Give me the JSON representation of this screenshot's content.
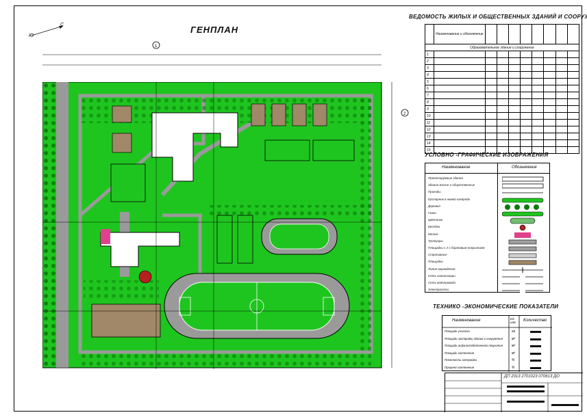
{
  "drawing": {
    "title": "ГЕНПЛАН",
    "sheet_code": "ДП 2013 2701023 070613 ДО",
    "north_labels": [
      "Ю",
      "С"
    ],
    "axis_marks": [
      "1",
      "2"
    ]
  },
  "buildings_table": {
    "title": "ВЕДОМОСТЬ ЖИЛЫХ И ОБЩЕСТВЕННЫХ ЗДАНИЙ И СООРУЖЕНИЙ",
    "head_col": "Наименование и обозначение",
    "section_row": "Образовательное здание и сооружение",
    "row_numbers": [
      "1",
      "2",
      "3",
      "4",
      "5",
      "6",
      "7",
      "8",
      "9",
      "10",
      "11",
      "12",
      "13",
      "14",
      "15"
    ]
  },
  "legend": {
    "title": "УСЛОВНО -ГРАФИЧЕСКИЕ ИЗОБРАЖЕНИЯ",
    "col_name": "Наименование",
    "col_symbol": "Обозначение",
    "items": [
      {
        "label": "Проектируемые здания",
        "kind": "box"
      },
      {
        "label": "Здания жилые и общественные",
        "kind": "box"
      },
      {
        "label": "Проезды",
        "kind": "line"
      },
      {
        "label": "Кустарник в живой изгороди",
        "kind": "hedge"
      },
      {
        "label": "Деревья",
        "kind": "trees"
      },
      {
        "label": "Газон",
        "kind": "lawn"
      },
      {
        "label": "Цветники",
        "kind": "flower"
      },
      {
        "label": "Беседки",
        "kind": "circle"
      },
      {
        "label": "Малые",
        "kind": "pink"
      },
      {
        "label": "Тротуары",
        "kind": "walk"
      },
      {
        "label": "Площадки с 2-х бортовым покрытием",
        "kind": "walk"
      },
      {
        "label": "Спортивные",
        "kind": "sport"
      },
      {
        "label": "Площадки",
        "kind": "brown"
      },
      {
        "label": "Линия ограждения",
        "kind": "fence"
      },
      {
        "label": "Сеть канализации",
        "kind": "net"
      },
      {
        "label": "Сеть водопровода",
        "kind": "net"
      },
      {
        "label": "Электросети",
        "kind": "net"
      }
    ]
  },
  "tep": {
    "title": "ТЕХНИКО -ЭКОНОМИЧЕСКИЕ ПОКАЗАТЕЛИ",
    "col_name": "Наименование",
    "col_unit": "Ед. изм.",
    "col_qty": "Количество",
    "rows": [
      {
        "name": "Площадь участка",
        "unit": "га"
      },
      {
        "name": "Площадь застройки здания и сооружения",
        "unit": "м²"
      },
      {
        "name": "Площадь асфальтобетонного покрытия",
        "unit": "м²"
      },
      {
        "name": "Площадь озеленения",
        "unit": "м²"
      },
      {
        "name": "Плотность застройки",
        "unit": "%"
      },
      {
        "name": "Процент озеленения",
        "unit": "%"
      }
    ]
  },
  "colors": {
    "green": "#1fc51f",
    "dark_green": "#0a7a0a",
    "road": "#9a9a9a",
    "brown": "#a08868",
    "building": "#ffffff",
    "pink": "#e0408c",
    "field_lines": "#ffffff"
  }
}
